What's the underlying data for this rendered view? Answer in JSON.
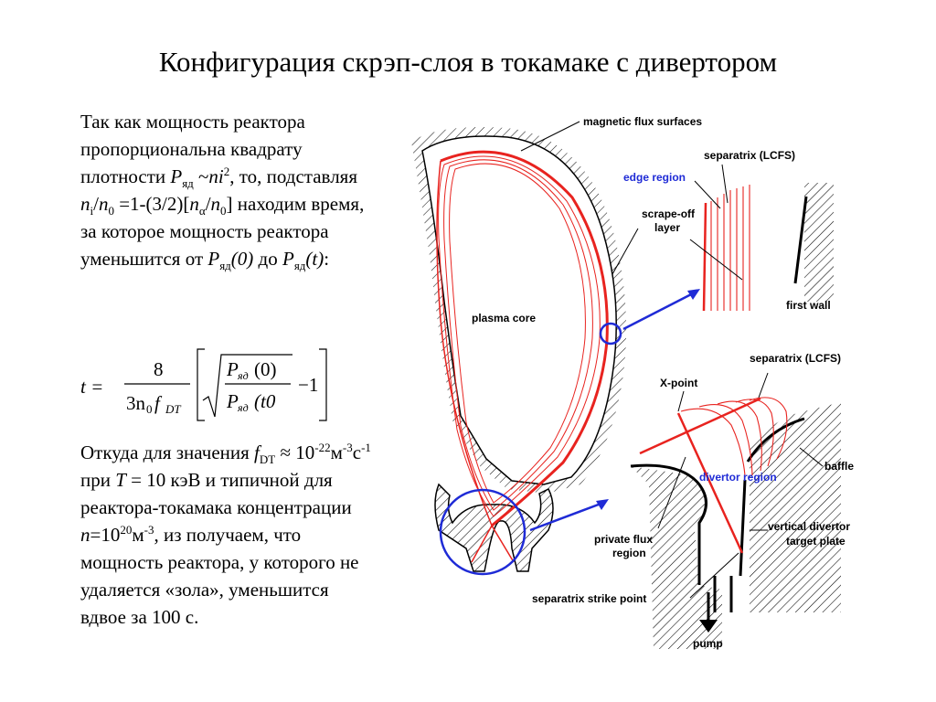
{
  "title": "Конфигурация скрэп-слоя в токамаке с дивертором",
  "intro": {
    "line1": "Так как мощность реактора пропорциональна квадрату плотности ",
    "p_sym": "P",
    "p_sub": "яд",
    "sim": " ~",
    "ni": "ni",
    "sq": "2",
    "to": ", то, подставляя ",
    "n": "n",
    "i_sub": "i",
    "slash": "/",
    "n0": "n",
    "zero_sub": "0",
    "eq": " =1-(3/2)[",
    "n_alpha": "n",
    "alpha_sub": "α",
    "slash2": "/",
    "n0b": "n",
    "zero_sub2": "0",
    "close": "] находим время, за которое мощность реактора уменьшится от ",
    "p1": "P",
    "p1_sub": "яд",
    "p1_arg": "(0)",
    "do": " до ",
    "p2": "P",
    "p2_sub": "яд",
    "p2_arg": "(t)",
    "colon": ":"
  },
  "formula": {
    "t": "t =",
    "numerator": "8",
    "den_3n": "3n",
    "den_0": "0",
    "den_f": "f",
    "den_dt": "DT",
    "inner_num_p": "P",
    "inner_num_sub": "яд",
    "inner_num_arg": "(0)",
    "inner_den_p": "P",
    "inner_den_sub": "яд",
    "inner_den_arg": "(t0",
    "minus_one": "−1"
  },
  "bottom": {
    "a": "Откуда для значения ",
    "f": "f",
    "f_sub": "DT",
    "approx": " ≈ 10",
    "exp1": "-22",
    "unit1": "м",
    "exp2": "-3",
    "unit2": "с",
    "exp3": "-1",
    "b": " при ",
    "T": "T",
    "c": " = 10 кэВ и типичной для реактора-токамака концентрации ",
    "n": "n",
    "d": "=10",
    "exp4": "20",
    "unit3": "м",
    "exp5": "-3",
    "e": ", из получаем, что мощность реактора, у которого не удаляется «зола», уменьшится вдвое за 100 с."
  },
  "diagram": {
    "labels": {
      "magnetic_flux": "magnetic flux surfaces",
      "separatrix_top": "separatrix (LCFS)",
      "edge_region": "edge region",
      "scrape_off": "scrape-off",
      "layer": "layer",
      "plasma_core": "plasma core",
      "first_wall": "first wall",
      "separatrix_mid": "separatrix (LCFS)",
      "x_point": "X-point",
      "baffle": "baffle",
      "divertor_region": "divertor region",
      "private_flux": "private flux",
      "region": "region",
      "vertical_divertor": "vertical divertor",
      "target_plate": "target plate",
      "strike_point": "separatrix strike point",
      "pump": "pump"
    },
    "colors": {
      "red": "#e8231f",
      "blue": "#1f2bd6",
      "black": "#000000"
    }
  }
}
